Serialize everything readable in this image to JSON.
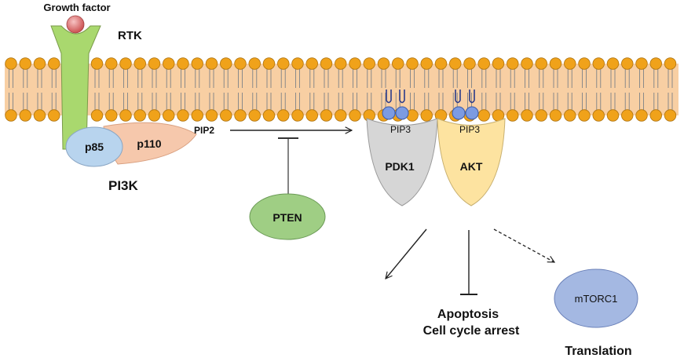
{
  "labels": {
    "growth_factor": "Growth factor",
    "rtk": "RTK",
    "p85": "p85",
    "p110": "p110",
    "pi3k": "PI3K",
    "pip2": "PIP2",
    "pip3_pdk1": "PIP3",
    "pip3_akt": "PIP3",
    "pten": "PTEN",
    "pdk1": "PDK1",
    "akt": "AKT",
    "apoptosis": "Apoptosis",
    "cell_cycle_arrest": "Cell cycle arrest",
    "mtorc1": "mTORC1",
    "translation": "Translation"
  },
  "colors": {
    "membrane_fill": "#f8cfa3",
    "lipid_head": "#f0a21a",
    "rtk": "#a9d86e",
    "growth_factor": "#e07070",
    "p85": "#b8d4ee",
    "p110": "#f6c8ac",
    "pten": "#9fce84",
    "pdk1": "#d6d6d6",
    "akt": "#fde3a0",
    "pip3_head": "#7c9be2",
    "mtorc1": "#a4b8e2"
  }
}
